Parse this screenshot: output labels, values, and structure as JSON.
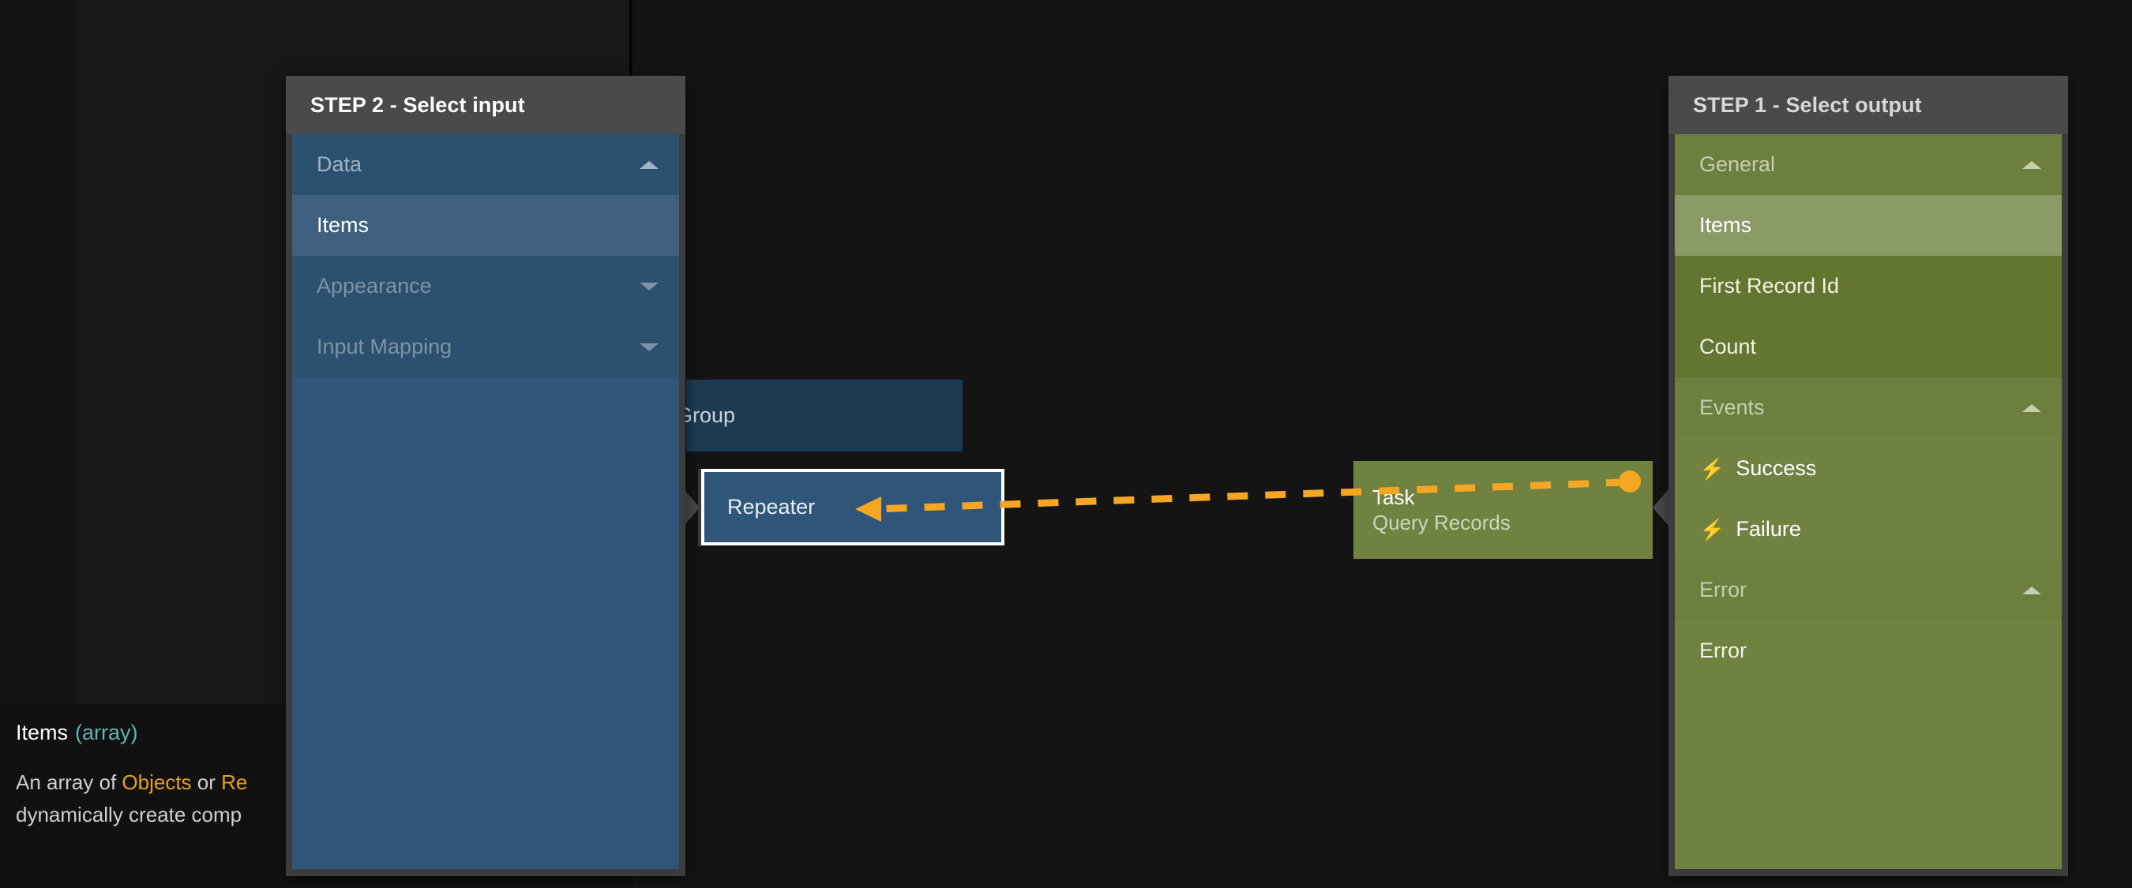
{
  "canvas": {
    "nodes": [
      {
        "id": "group",
        "title": "Group",
        "subtitle": ""
      },
      {
        "id": "repeater",
        "title": "Repeater",
        "subtitle": ""
      },
      {
        "id": "task",
        "title": "Task",
        "subtitle": "Query Records"
      }
    ],
    "connector": {
      "style": "dashed",
      "color": "#f5a623",
      "direction": "right-to-left",
      "arrow_head": "left-arrow",
      "source_endpoint": "filled-circle"
    }
  },
  "tooltip": {
    "title": "Items",
    "type": "(array)",
    "description_line1_pre": "An array of ",
    "description_token1": "Objects",
    "description_mid": " or ",
    "description_token2": "Re",
    "description_line2": "dynamically create comp"
  },
  "step2_panel": {
    "header": "STEP 2 - Select input",
    "rows": [
      {
        "label": "Data",
        "kind": "group",
        "caret": "up",
        "dim": false,
        "selected": false
      },
      {
        "label": "Items",
        "kind": "leaf",
        "caret": "none",
        "dim": false,
        "selected": true
      },
      {
        "label": "Appearance",
        "kind": "group",
        "caret": "down",
        "dim": true,
        "selected": false
      },
      {
        "label": "Input Mapping",
        "kind": "group",
        "caret": "down",
        "dim": true,
        "selected": false
      }
    ]
  },
  "step1_panel": {
    "header": "STEP 1 - Select output",
    "rows": [
      {
        "label": "General",
        "kind": "group",
        "caret": "up",
        "icon": "",
        "selected": false
      },
      {
        "label": "Items",
        "kind": "leaf",
        "caret": "none",
        "icon": "",
        "selected": true
      },
      {
        "label": "First Record Id",
        "kind": "leaf",
        "caret": "none",
        "icon": "",
        "selected": false
      },
      {
        "label": "Count",
        "kind": "leaf",
        "caret": "none",
        "icon": "",
        "selected": false
      },
      {
        "label": "Events",
        "kind": "group",
        "caret": "up",
        "icon": "",
        "selected": false
      },
      {
        "label": "Success",
        "kind": "event",
        "caret": "none",
        "icon": "⚡",
        "selected": false
      },
      {
        "label": "Failure",
        "kind": "event",
        "caret": "none",
        "icon": "⚡",
        "selected": false
      },
      {
        "label": "Error",
        "kind": "group",
        "caret": "up",
        "icon": "",
        "selected": false
      },
      {
        "label": "Error",
        "kind": "error",
        "caret": "none",
        "icon": "",
        "selected": false
      }
    ]
  },
  "colors": {
    "input_accent": "#2f5679",
    "output_accent": "#6f8240",
    "connector": "#f5a623",
    "type_token": "#63b3ae",
    "link_token": "#e8a020",
    "panel_header": "#4a4a4c",
    "canvas_bg": "#141415"
  }
}
